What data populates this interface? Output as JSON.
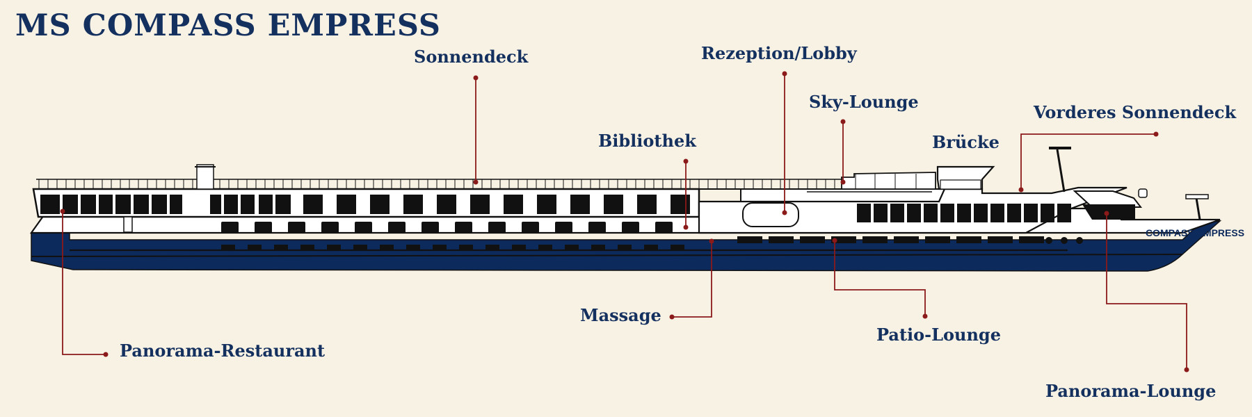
{
  "title": "MS COMPASS EMPRESS",
  "ship_name": "COMPASS EMPRESS",
  "labels": {
    "sonnendeck": "Sonnendeck",
    "rezeption": "Rezeption/Lobby",
    "sky_lounge": "Sky-Lounge",
    "bibliothek": "Bibliothek",
    "bruecke": "Brücke",
    "vorderes_sonnendeck": "Vorderes Sonnendeck",
    "massage": "Massage",
    "patio_lounge": "Patio-Lounge",
    "panorama_restaurant": "Panorama-Restaurant",
    "panorama_lounge": "Panorama-Lounge"
  },
  "colors": {
    "background": "#f8f2e4",
    "title_text": "#14305f",
    "hull_stripe": "#0d2a5c",
    "leader_lines": "#8b1a1a",
    "outline": "#111111"
  }
}
